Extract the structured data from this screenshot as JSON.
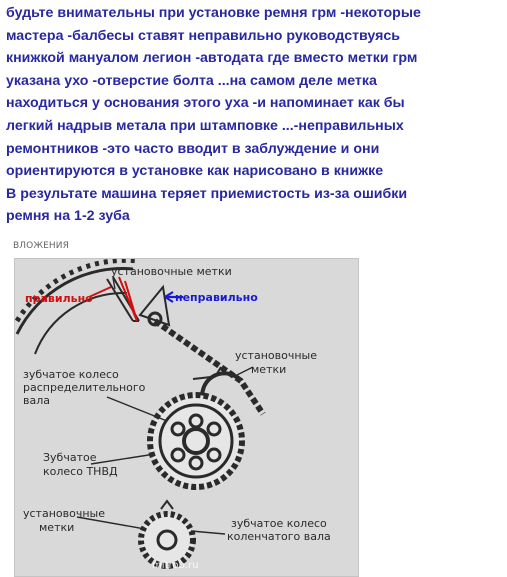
{
  "post": {
    "lines": [
      "будьте внимательны при установке ремня грм -некоторые",
      "мастера -балбесы ставят неправильно руководствуясь",
      "книжкой мануалом легион -автодата где вместо метки грм",
      "указана ухо -отверстие болта ...на самом деле метка",
      "находиться у основания этого уха -и напоминает как бы",
      "легкий надрыв метала при штамповке ...-неправильных",
      "ремонтников -это часто вводит в заблуждение и они",
      "ориентируются в установке как нарисовано в книжке",
      "В результате машина теряет приемистость из-за ошибки",
      "ремня на 1-2 зуба"
    ],
    "color": "#2828a0"
  },
  "attachments_label": "ВЛОЖЕНИЯ",
  "figure": {
    "labels": {
      "top_marks": "установочные метки",
      "correct": "правильно",
      "incorrect": "неправильно",
      "right_marks_1": "установочные",
      "right_marks_2": "метки",
      "cam_1": "зубчатое колесо",
      "cam_2": "распределительного",
      "cam_3": "вала",
      "pump_1": "Зубчатое",
      "pump_2": "колесо ТНВД",
      "bottom_marks_1": "установочные",
      "bottom_marks_2": "метки",
      "crank_1": "зубчатое колесо",
      "crank_2": "коленчатого вала"
    },
    "watermark": "mitrob.ru",
    "colors": {
      "correct": "#d01010",
      "incorrect": "#1a1ad0",
      "ink": "#2a2a2a"
    }
  }
}
